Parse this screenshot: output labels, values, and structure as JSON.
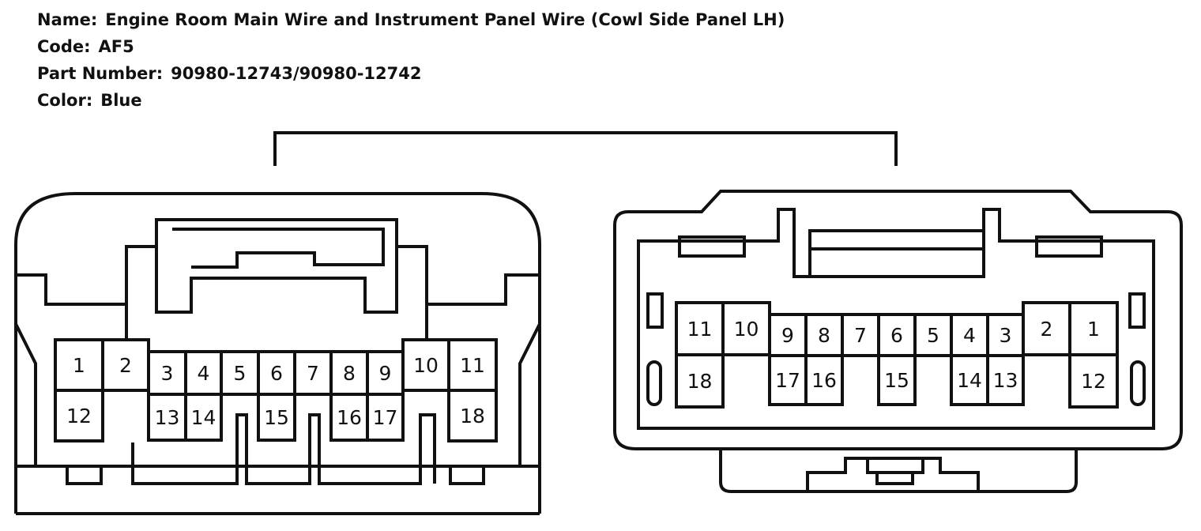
{
  "header": {
    "name_label": "Name:",
    "name_value": "Engine Room Main Wire and Instrument Panel Wire (Cowl Side Panel LH)",
    "code_label": "Code:",
    "code_value": "AF5",
    "part_label": "Part Number:",
    "part_value": "90980-12743/90980-12742",
    "color_label": "Color:",
    "color_value": "Blue"
  },
  "colors": {
    "line": "#111111",
    "background": "#ffffff"
  },
  "left_connector": {
    "pins": [
      "1",
      "2",
      "3",
      "4",
      "5",
      "6",
      "7",
      "8",
      "9",
      "10",
      "11",
      "12",
      "13",
      "14",
      "15",
      "16",
      "17",
      "18"
    ]
  },
  "right_connector": {
    "pins": [
      "1",
      "2",
      "3",
      "4",
      "5",
      "6",
      "7",
      "8",
      "9",
      "10",
      "11",
      "12",
      "13",
      "14",
      "15",
      "16",
      "17",
      "18"
    ]
  }
}
